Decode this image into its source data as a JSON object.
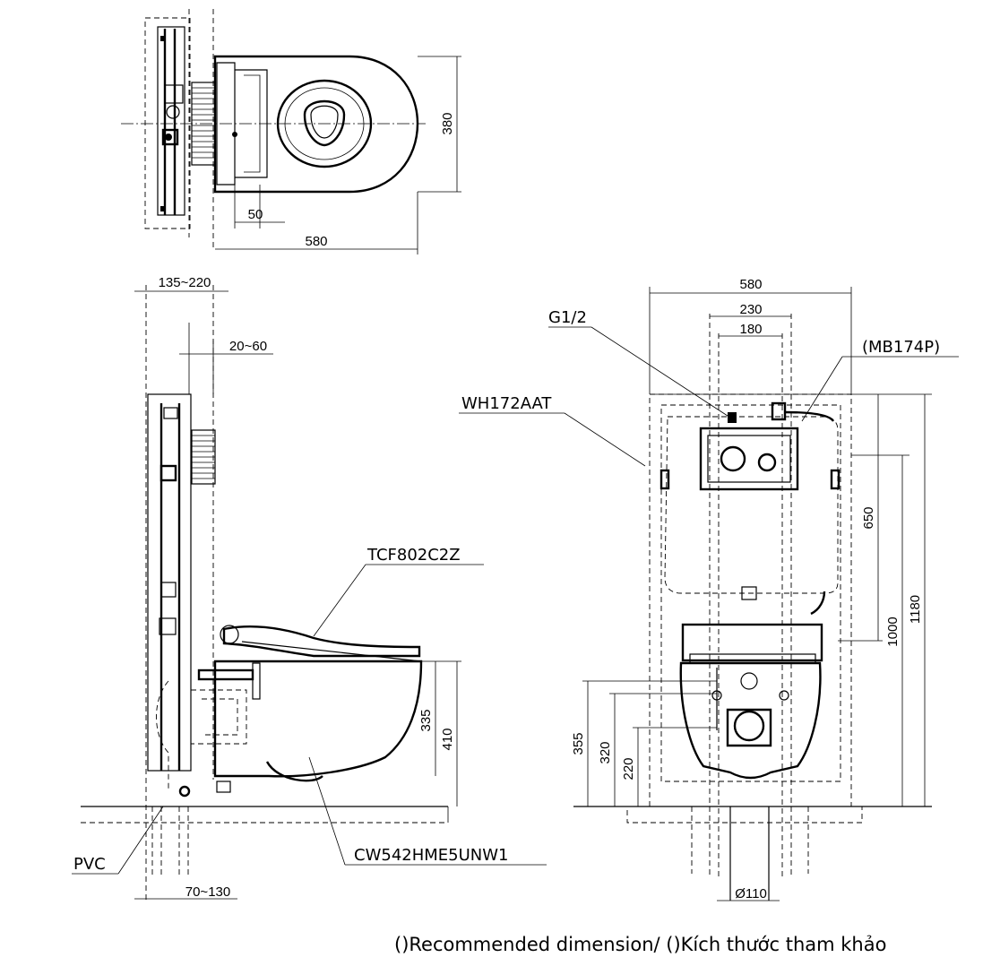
{
  "dimensions": {
    "top_view": {
      "depth": "380",
      "length": "580",
      "offset": "50"
    },
    "side_view": {
      "wall_range": "135~220",
      "frame_offset": "20~60",
      "bottom_range": "70~130",
      "height_seat": "335",
      "height_total_seat": "410"
    },
    "front_view": {
      "width_frame": "580",
      "width_230": "230",
      "width_180": "180",
      "h650": "650",
      "h1000": "1000",
      "h1180": "1180",
      "h355": "355",
      "h320": "320",
      "h220": "220",
      "pipe_diameter": "Ø110"
    }
  },
  "labels": {
    "g12": "G1/2",
    "mb174p": "(MB174P)",
    "wh172aat": "WH172AAT",
    "tcf802c2z": "TCF802C2Z",
    "cw542": "CW542HME5UNW1",
    "pvc": "PVC"
  },
  "footnote": "()Recommended dimension/ ()Kích thước tham khảo"
}
